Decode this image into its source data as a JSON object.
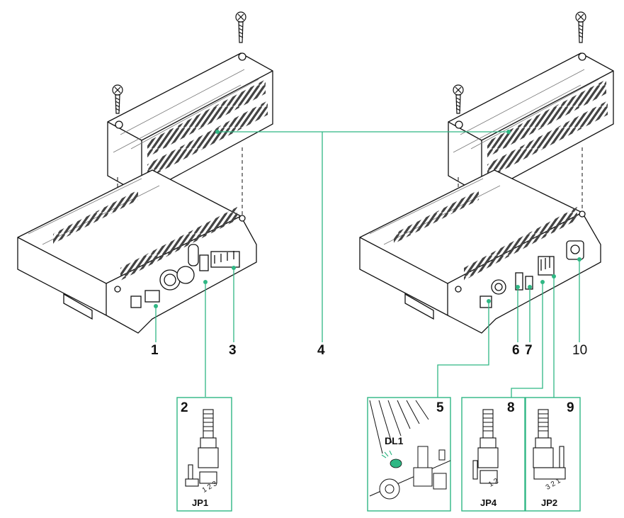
{
  "colors": {
    "accent": "#2fb784",
    "line": "#1a1a1a",
    "hatch": "#555555",
    "led": "#2fb784"
  },
  "callouts": {
    "c1": "1",
    "c2": "2",
    "c3": "3",
    "c4": "4",
    "c5": "5",
    "c6": "6",
    "c7": "7",
    "c8": "8",
    "c9": "9",
    "c10": "10"
  },
  "jumpers": {
    "jp1": "JP1",
    "jp2": "JP2",
    "jp4": "JP4",
    "dl1": "DL1"
  },
  "pins": {
    "jp1": "1 2 3",
    "jp4": "1 2",
    "jp2": "3 2 1"
  }
}
